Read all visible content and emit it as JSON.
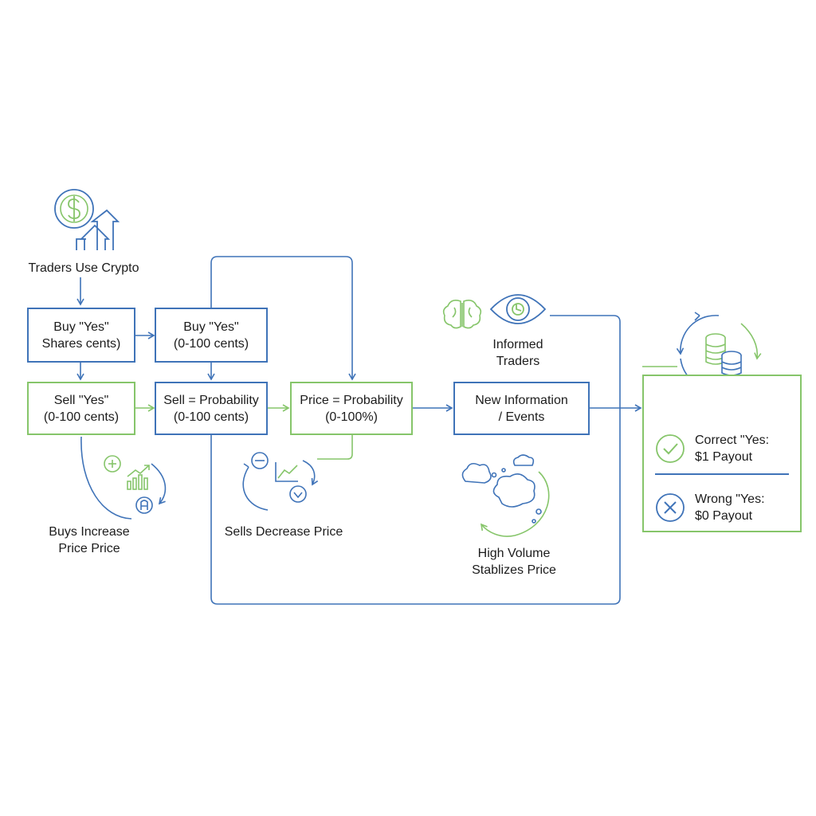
{
  "labels": {
    "traders_use_crypto": "Traders Use Crypto",
    "informed_traders": [
      "Informed",
      "Traders"
    ],
    "buys_increase": [
      "Buys Increase",
      "Price Price"
    ],
    "sells_decrease": "Sells Decrease Price",
    "high_volume": [
      "High Volume",
      "Stablizes Price"
    ]
  },
  "boxes": {
    "buy_yes_shares": [
      "Buy \"Yes\"",
      "Shares cents)"
    ],
    "buy_yes_range": [
      "Buy \"Yes\"",
      "(0-100 cents)"
    ],
    "sell_yes": [
      "Sell \"Yes\"",
      "(0-100 cents)"
    ],
    "sell_probability": [
      "Sell = Probability",
      "(0-100 cents)"
    ],
    "price_probability": [
      "Price = Probability",
      "(0-100%)"
    ],
    "new_information": [
      "New Information",
      "/ Events"
    ]
  },
  "outcomes": {
    "correct": [
      "Correct \"Yes:",
      "$1 Payout"
    ],
    "wrong": [
      "Wrong \"Yes:",
      "$0 Payout"
    ]
  },
  "colors": {
    "blue": "#3f73b8",
    "green": "#86c56a"
  },
  "icons": [
    "dollar-coin-icon",
    "up-arrows-icon",
    "brain-icon",
    "eye-icon",
    "coin-stack-icon",
    "cycle-arrows-icon",
    "plus-circle-icon",
    "growth-chart-icon",
    "minus-circle-icon",
    "down-chevron-circle-icon",
    "thought-cloud-icon",
    "checkmark-circle-icon",
    "x-circle-icon"
  ]
}
